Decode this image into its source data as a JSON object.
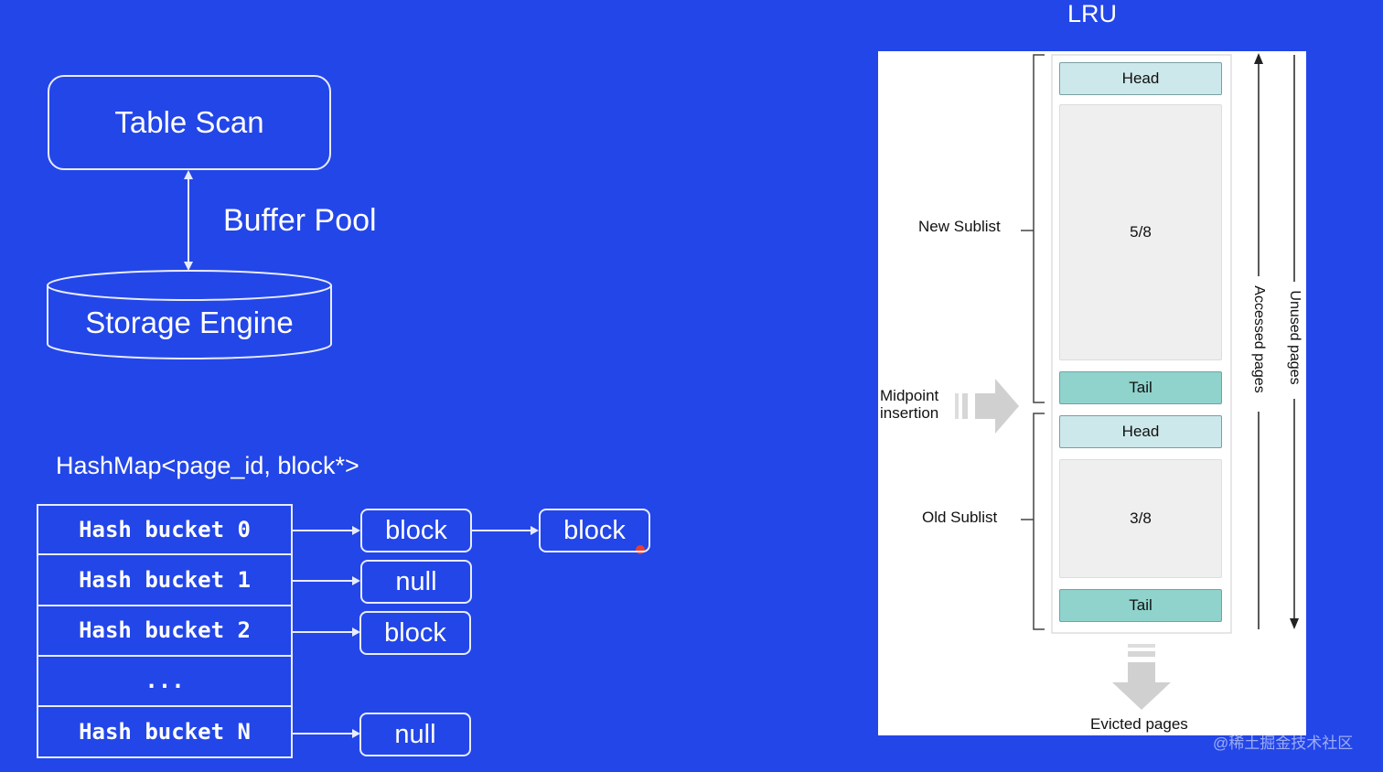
{
  "top_cutoff_text": "",
  "table_scan": "Table Scan",
  "buffer_pool": "Buffer Pool",
  "storage_engine": "Storage Engine",
  "hashmap_title": "HashMap<page_id, block*>",
  "buckets": [
    "Hash bucket 0",
    "Hash bucket 1",
    "Hash bucket 2",
    "...",
    "Hash bucket N"
  ],
  "chain": {
    "b0_first": "block",
    "b0_second": "block",
    "b1": "null",
    "b2": "block",
    "bN": "null"
  },
  "lru": {
    "title": "LRU",
    "new_head": "Head",
    "new_ratio": "5/8",
    "new_tail": "Tail",
    "old_head": "Head",
    "old_ratio": "3/8",
    "old_tail": "Tail",
    "new_sublist": "New Sublist",
    "old_sublist": "Old Sublist",
    "midpoint_1": "Midpoint",
    "midpoint_2": "insertion",
    "accessed_pages": "Accessed pages",
    "unused_pages": "Unused pages",
    "evicted_pages": "Evicted pages"
  },
  "watermark": "@稀土掘金技术社区",
  "colors": {
    "background": "#2346e8",
    "head_fill": "#cde8ea",
    "tail_fill": "#8fd3cc",
    "body_fill": "#efefef"
  }
}
